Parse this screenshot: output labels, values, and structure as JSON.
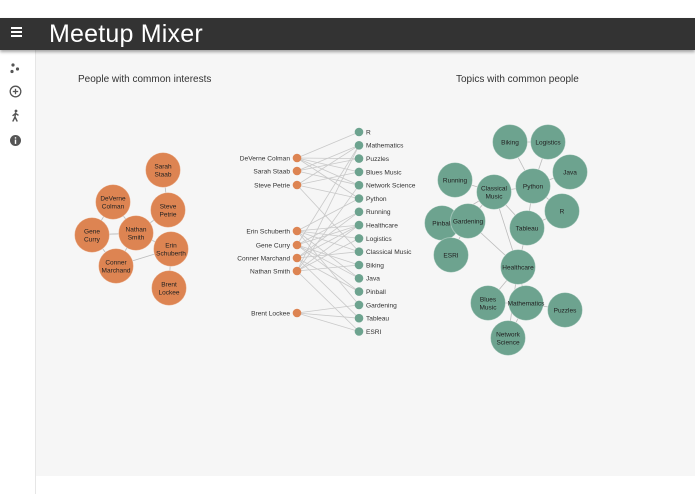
{
  "app": {
    "title": "Meetup Mixer"
  },
  "sidebar": {
    "icons": [
      "network-icon",
      "add-circle-icon",
      "person-walking-icon",
      "info-icon"
    ]
  },
  "sections": {
    "people_title": "People with common interests",
    "topics_title": "Topics with common people"
  },
  "people_network": [
    {
      "label": [
        "Sarah",
        "Staab"
      ]
    },
    {
      "label": [
        "DeVerne",
        "Colman"
      ]
    },
    {
      "label": [
        "Steve",
        "Petrie"
      ]
    },
    {
      "label": [
        "Nathan",
        "Smith"
      ]
    },
    {
      "label": [
        "Gene",
        "Curry"
      ]
    },
    {
      "label": [
        "Erin",
        "Schuberth"
      ]
    },
    {
      "label": [
        "Conner",
        "Marchand"
      ]
    },
    {
      "label": [
        "Brent",
        "Lockee"
      ]
    }
  ],
  "bipartite": {
    "people": [
      "DeVerne Colman",
      "Sarah Staab",
      "Steve Petrie",
      "Erin Schuberth",
      "Gene Curry",
      "Conner Marchand",
      "Nathan Smith",
      "Brent Lockee"
    ],
    "topics": [
      "R",
      "Mathematics",
      "Puzzles",
      "Blues Music",
      "Network Science",
      "Python",
      "Running",
      "Healthcare",
      "Logistics",
      "Classical Music",
      "Biking",
      "Java",
      "Pinball",
      "Gardening",
      "Tableau",
      "ESRI"
    ]
  },
  "topics_network": [
    {
      "label": [
        "Biking"
      ]
    },
    {
      "label": [
        "Logistics"
      ]
    },
    {
      "label": [
        "Running"
      ]
    },
    {
      "label": [
        "Classical",
        "Music"
      ]
    },
    {
      "label": [
        "Python"
      ]
    },
    {
      "label": [
        "Java"
      ]
    },
    {
      "label": [
        "Pinball"
      ]
    },
    {
      "label": [
        "Gardening"
      ]
    },
    {
      "label": [
        "R"
      ]
    },
    {
      "label": [
        "Tableau"
      ]
    },
    {
      "label": [
        "ESRI"
      ]
    },
    {
      "label": [
        "Healthcare"
      ]
    },
    {
      "label": [
        "Blues",
        "Music"
      ]
    },
    {
      "label": [
        "Mathematics"
      ]
    },
    {
      "label": [
        "Puzzles"
      ]
    },
    {
      "label": [
        "Network",
        "Science"
      ]
    }
  ],
  "colors": {
    "person": "#dd8452",
    "topic": "#6da38f",
    "edge": "#c9c9c9",
    "appbar": "#333333"
  }
}
